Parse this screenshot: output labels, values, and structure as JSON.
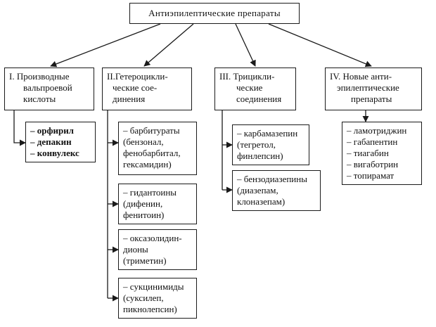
{
  "root": {
    "title": "Антиэпилептические препараты"
  },
  "categories": [
    {
      "lines": [
        "I. Производные",
        "вальпроевой",
        "кислоты"
      ]
    },
    {
      "lines": [
        "II.Гетероцикли-",
        "ческие сое-",
        "динения"
      ]
    },
    {
      "lines": [
        "III. Трицикли-",
        "ческие",
        "соединения"
      ]
    },
    {
      "lines": [
        "IV. Новые анти-",
        "эпилептические",
        "препараты"
      ]
    }
  ],
  "valproate": {
    "items": [
      "– орфирил",
      "– депакин",
      "– конвулекс"
    ]
  },
  "heterocyclic": [
    {
      "lines": [
        "– барбитураты",
        "(бензонал,",
        "фенобарбитал,",
        "гексамидин)"
      ]
    },
    {
      "lines": [
        "– гидантоины",
        "(дифенин,",
        "фенитоин)"
      ]
    },
    {
      "lines": [
        "– оксазолидин-",
        "дионы",
        "(триметин)"
      ]
    },
    {
      "lines": [
        "– сукцинимиды",
        "(суксилеп,",
        "пикнолепсин)"
      ]
    }
  ],
  "tricyclic": [
    {
      "lines": [
        "– карбамазепин",
        "(тегретол,",
        "финлепсин)"
      ]
    },
    {
      "lines": [
        "– бензодиазепины",
        "(диазепам,",
        "клоназепам)"
      ]
    }
  ],
  "newdrugs": {
    "items": [
      "– ламотриджин",
      "– габапентин",
      "– тиагабин",
      "– вигаботрин",
      "– топирамат"
    ]
  }
}
